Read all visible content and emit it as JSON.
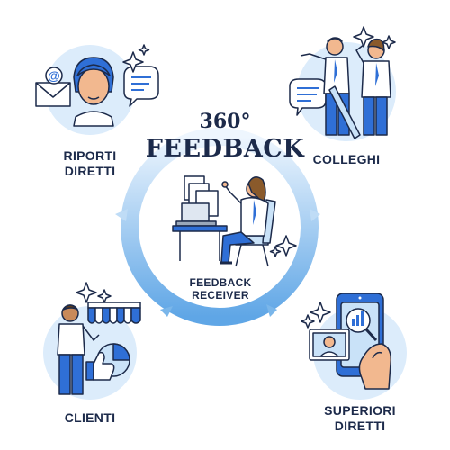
{
  "title": {
    "number": "360°",
    "main": "FEEDBACK"
  },
  "center_label": {
    "line1": "FEEDBACK",
    "line2": "RECEIVER"
  },
  "nodes": [
    {
      "id": "riporti-diretti",
      "line1": "RIPORTI",
      "line2": "DIRETTI"
    },
    {
      "id": "colleghi",
      "line1": "COLLEGHI"
    },
    {
      "id": "clienti",
      "line1": "CLIENTI"
    },
    {
      "id": "superiori-diretti",
      "line1": "SUPERIORI",
      "line2": "DIRETTI"
    }
  ],
  "colors": {
    "ink": "#1c2a4a",
    "ring_light": "#dcecfb",
    "ring_mid": "#6fb0ea",
    "accent_blue": "#2f6fd6",
    "pale_blue": "#c9e2f8",
    "skin": "#f2b88f",
    "hair_brown": "#8a5a2b"
  },
  "icons": [
    "email-icon",
    "speech-bubble-icon",
    "sparkle-icon",
    "thumbs-up-icon",
    "pie-chart-icon",
    "awning-icon",
    "phone-icon",
    "chart-icon"
  ]
}
